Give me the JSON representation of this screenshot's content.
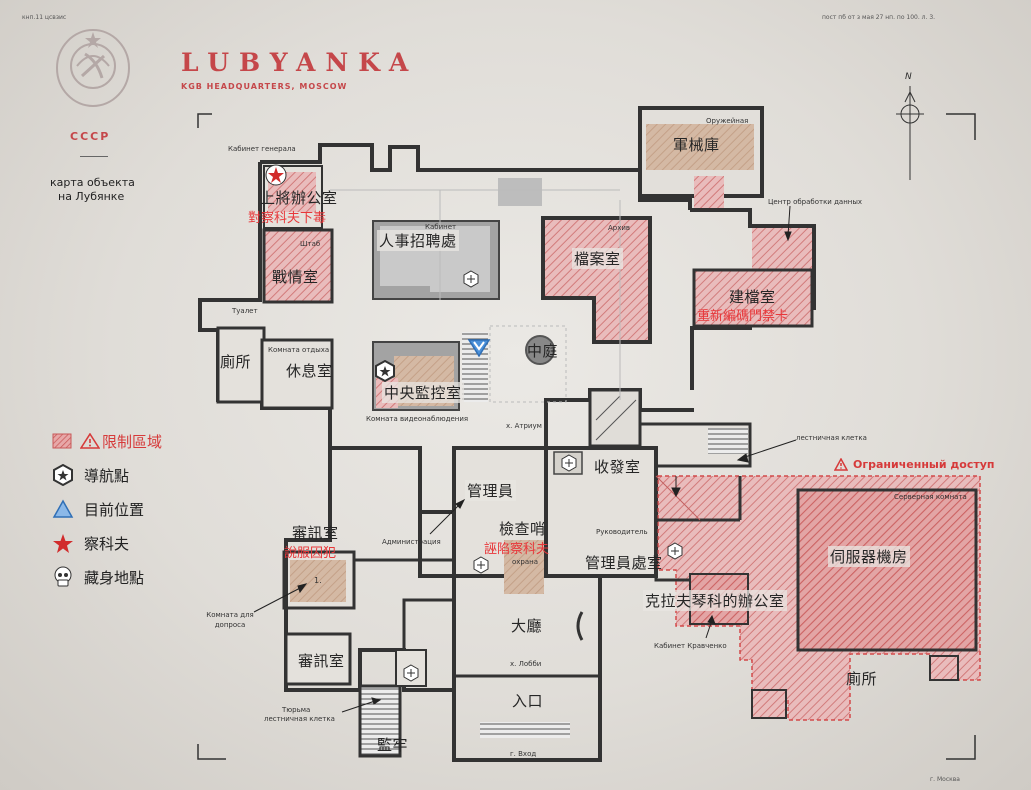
{
  "header": {
    "left_code": "кнп.11 цсвзис",
    "right_code": "пост пб от з мая 27 нп. по 100. л. 3.",
    "title": "LUBYANKA",
    "subtitle": "KGB HEADQUARTERS, MOSCOW",
    "emblem_text": "СССР",
    "map_caption_line1": "карта объекта",
    "map_caption_line2": "на Лубянке",
    "north_label": "N",
    "bottom_right": "г. Москва"
  },
  "legend": {
    "restricted": "限制區域",
    "waypoint": "導航點",
    "current_location": "目前位置",
    "zakharov": "察科夫",
    "hideout": "藏身地點"
  },
  "restricted_banner": "Ограниченный доступ",
  "rooms": {
    "armory": "軍械庫",
    "general_office": "上將辦公室",
    "war_room": "戰情室",
    "toilet": "廁所",
    "lounge": "休息室",
    "recruitment": "人事招聘處",
    "archives": "檔案室",
    "records": "建檔室",
    "courtyard": "中庭",
    "central_monitor": "中央監控室",
    "administrator": "管理員",
    "mail_room": "收發室",
    "checkpoint": "檢查哨",
    "manager_office": "管理員處室",
    "interrogation_1": "審訊室",
    "interrogation_2": "審訊室",
    "lobby": "大廳",
    "entrance": "入口",
    "prison": "監牢",
    "kravchenko_office": "克拉夫琴科的辦公室",
    "server_room": "伺服器機房",
    "toilet_2": "廁所"
  },
  "objectives": {
    "poison": "對察科夫下毒",
    "recode_keycard": "重新編碼門禁卡",
    "persuade_prisoner": "說服囚犯",
    "frame_zakharov": "誣陷察科夫"
  },
  "russian_labels": {
    "armory": "Оружейная",
    "general_office": "Кабинет генерала",
    "war_room": "Штаб",
    "toilet": "Туалет",
    "lounge": "Комната отдыха",
    "recruitment": "Кабинет",
    "archives": "Архив",
    "data_center": "Центр обработки данных",
    "surveillance": "Комната видеонаблюдения",
    "atrium": "х. Атриум",
    "administration": "Администрация",
    "manager": "Руководитель",
    "guard": "охрана",
    "interrogation": "Комната для допроса",
    "prison_stairs_1": "Тюрьма",
    "prison_stairs_2": "лестничная клетка",
    "lobby": "х. Лобби",
    "entrance": "г. Вход",
    "stairwell": "лестничная клетка",
    "server_room": "Серверная комната",
    "kravchenko": "Кабинет Кравченко"
  },
  "room_number": "1."
}
